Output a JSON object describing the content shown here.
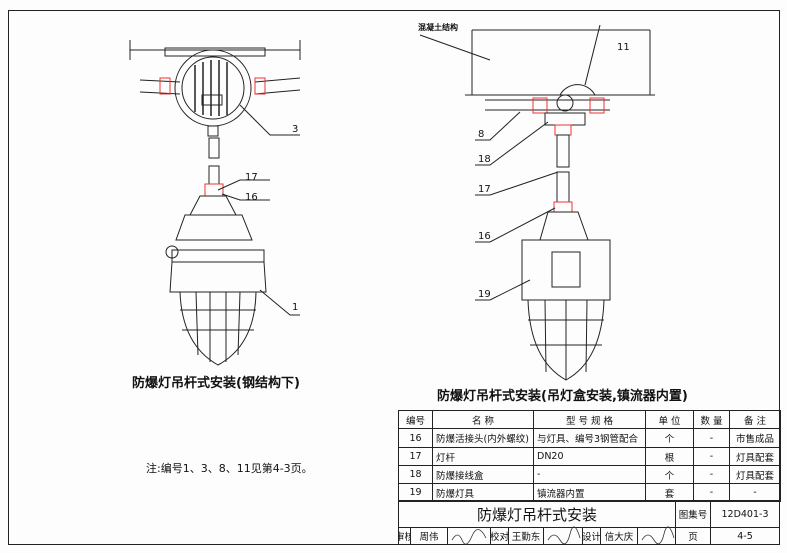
{
  "left_drawing": {
    "caption": "防爆灯吊杆式安装(钢结构下)",
    "callouts": [
      "3",
      "17",
      "16",
      "1"
    ]
  },
  "right_drawing": {
    "caption": "防爆灯吊杆式安装(吊灯盒安装,镇流器内置)",
    "structure_label": "混凝土结构",
    "callouts": [
      "11",
      "8",
      "18",
      "17",
      "16",
      "19"
    ]
  },
  "note": "注:编号1、3、8、11见第4-3页。",
  "table": {
    "headers": [
      "编号",
      "名  称",
      "型 号 规 格",
      "单 位",
      "数 量",
      "备  注"
    ],
    "rows": [
      [
        "16",
        "防爆活接头(内外螺纹)",
        "与灯具、编号3钢管配合",
        "个",
        "-",
        "市售成品"
      ],
      [
        "17",
        "灯杆",
        "DN20",
        "根",
        "-",
        "灯具配套"
      ],
      [
        "18",
        "防爆接线盒",
        "-",
        "个",
        "-",
        "灯具配套"
      ],
      [
        "19",
        "防爆灯具",
        "镇流器内置",
        "套",
        "-",
        "-"
      ]
    ]
  },
  "title_block": {
    "title": "防爆灯吊杆式安装",
    "atlas_label": "图集号",
    "atlas_no": "12D401-3",
    "review_label": "审核",
    "reviewer": "周伟",
    "check_label": "校对",
    "checker": "王勤东",
    "design_label": "设计",
    "designer": "信大庆",
    "page_label": "页",
    "page_no": "4-5"
  }
}
